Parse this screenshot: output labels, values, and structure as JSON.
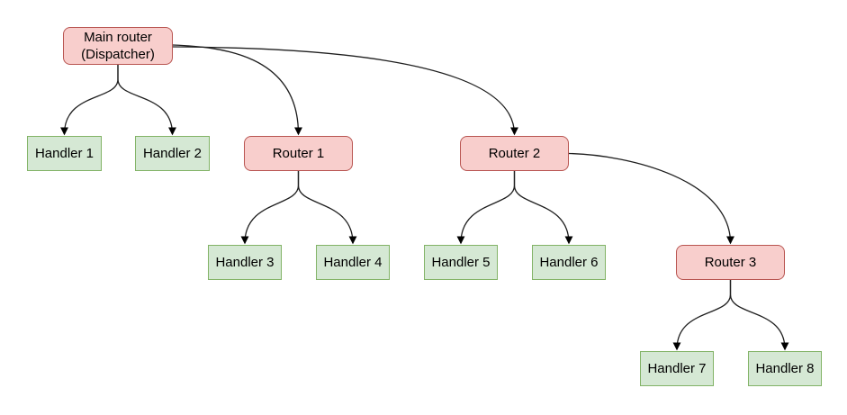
{
  "diagram": {
    "colors": {
      "router_fill": "#f8cecc",
      "router_stroke": "#b85450",
      "handler_fill": "#d5e8d4",
      "handler_stroke": "#82b366",
      "edge_stroke": "#1f1f1f",
      "arrow_fill": "#000000",
      "text": "#000000",
      "background": "#ffffff"
    },
    "nodes": [
      {
        "id": "main",
        "type": "router",
        "label": "Main router (Dispatcher)",
        "lines": [
          "Main router",
          "(Dispatcher)"
        ]
      },
      {
        "id": "h1",
        "type": "handler",
        "label": "Handler 1"
      },
      {
        "id": "h2",
        "type": "handler",
        "label": "Handler 2"
      },
      {
        "id": "r1",
        "type": "router",
        "label": "Router 1"
      },
      {
        "id": "r2",
        "type": "router",
        "label": "Router 2"
      },
      {
        "id": "h3",
        "type": "handler",
        "label": "Handler 3"
      },
      {
        "id": "h4",
        "type": "handler",
        "label": "Handler 4"
      },
      {
        "id": "h5",
        "type": "handler",
        "label": "Handler 5"
      },
      {
        "id": "h6",
        "type": "handler",
        "label": "Handler 6"
      },
      {
        "id": "r3",
        "type": "router",
        "label": "Router 3"
      },
      {
        "id": "h7",
        "type": "handler",
        "label": "Handler 7"
      },
      {
        "id": "h8",
        "type": "handler",
        "label": "Handler 8"
      }
    ],
    "edges": [
      {
        "from": "main",
        "to": "h1"
      },
      {
        "from": "main",
        "to": "h2"
      },
      {
        "from": "main",
        "to": "r1"
      },
      {
        "from": "main",
        "to": "r2"
      },
      {
        "from": "r1",
        "to": "h3"
      },
      {
        "from": "r1",
        "to": "h4"
      },
      {
        "from": "r2",
        "to": "h5"
      },
      {
        "from": "r2",
        "to": "h6"
      },
      {
        "from": "r2",
        "to": "r3"
      },
      {
        "from": "r3",
        "to": "h7"
      },
      {
        "from": "r3",
        "to": "h8"
      }
    ]
  }
}
